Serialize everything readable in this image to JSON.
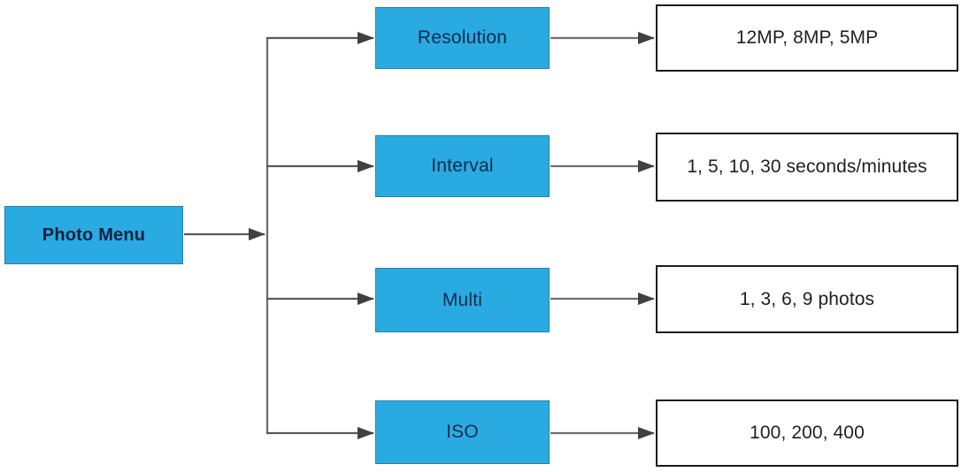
{
  "diagram": {
    "title": "Photo Menu",
    "type": "tree-flowchart",
    "colors": {
      "node_fill_blue": "#29abe2",
      "node_border_blue": "#2b7fa6",
      "node_fill_white": "#ffffff",
      "node_border_white": "#1a1a1a",
      "edge": "#595959",
      "text_blue_node": "#0d2b4e",
      "text_white_node": "#1f1f1f",
      "background": "#ffffff"
    },
    "root": {
      "label": "Photo Menu"
    },
    "branches": [
      {
        "setting": "Resolution",
        "values": "12MP, 8MP, 5MP"
      },
      {
        "setting": "Interval",
        "values": "1, 5, 10, 30 seconds/minutes"
      },
      {
        "setting": "Multi",
        "values": "1, 3, 6, 9 photos"
      },
      {
        "setting": "ISO",
        "values": "100, 200, 400"
      }
    ]
  }
}
